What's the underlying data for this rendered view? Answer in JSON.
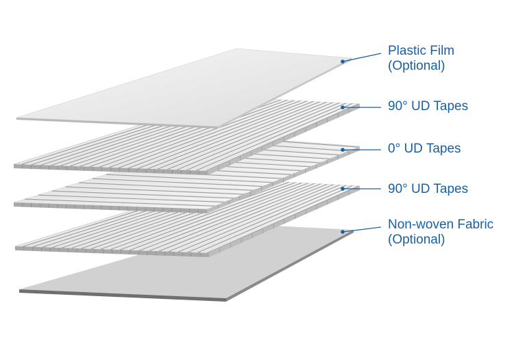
{
  "colors": {
    "label_text": "#1a5fa0",
    "leader_line": "#1a5fa0",
    "film": "#f2f2f2",
    "tape_light": "#e9e9e9",
    "tape_dark": "#9c9c9c",
    "fabric": "#c9c9c9"
  },
  "labels": [
    {
      "id": "plastic-film",
      "lines": [
        "Plastic Film",
        "(Optional)"
      ]
    },
    {
      "id": "ud-tapes-90-top",
      "lines": [
        "90° UD Tapes"
      ]
    },
    {
      "id": "ud-tapes-0",
      "lines": [
        "0° UD Tapes"
      ]
    },
    {
      "id": "ud-tapes-90-bottom",
      "lines": [
        "90° UD Tapes"
      ]
    },
    {
      "id": "non-woven-fabric",
      "lines": [
        "Non-woven Fabric",
        "(Optional)"
      ]
    }
  ],
  "layers": [
    {
      "name": "plastic-film",
      "kind": "film"
    },
    {
      "name": "ud-tapes-90-top",
      "kind": "tape-90"
    },
    {
      "name": "ud-tapes-0",
      "kind": "tape-0"
    },
    {
      "name": "ud-tapes-90-bottom",
      "kind": "tape-90"
    },
    {
      "name": "non-woven-fabric",
      "kind": "fabric"
    }
  ]
}
